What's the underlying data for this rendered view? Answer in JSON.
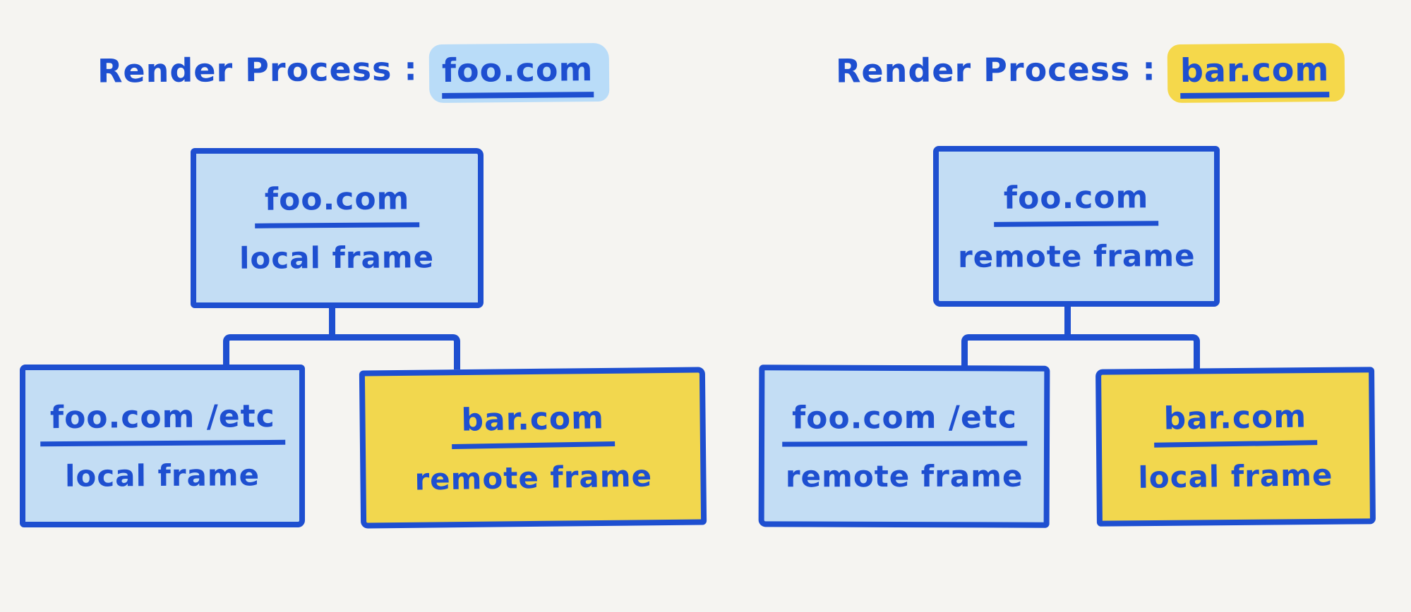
{
  "colors": {
    "ink_blue": "#1e4fd0",
    "box_blue_fill": "#c3ddf4",
    "box_yellow_fill": "#f2d74e",
    "highlight_blue": "#b9dcf8",
    "highlight_yellow": "#f5d84b",
    "background": "#f5f4f1"
  },
  "diagrams": [
    {
      "title": {
        "prefix": "Render Process :",
        "domain": "foo.com",
        "highlight": "blue"
      },
      "root": {
        "domain": "foo.com",
        "frame_type": "local frame",
        "fill": "blue"
      },
      "children": [
        {
          "domain": "foo.com /etc",
          "frame_type": "local frame",
          "fill": "blue"
        },
        {
          "domain": "bar.com",
          "frame_type": "remote frame",
          "fill": "yellow"
        }
      ]
    },
    {
      "title": {
        "prefix": "Render Process :",
        "domain": "bar.com",
        "highlight": "yellow"
      },
      "root": {
        "domain": "foo.com",
        "frame_type": "remote frame",
        "fill": "blue"
      },
      "children": [
        {
          "domain": "foo.com /etc",
          "frame_type": "remote frame",
          "fill": "blue"
        },
        {
          "domain": "bar.com",
          "frame_type": "local frame",
          "fill": "yellow"
        }
      ]
    }
  ]
}
